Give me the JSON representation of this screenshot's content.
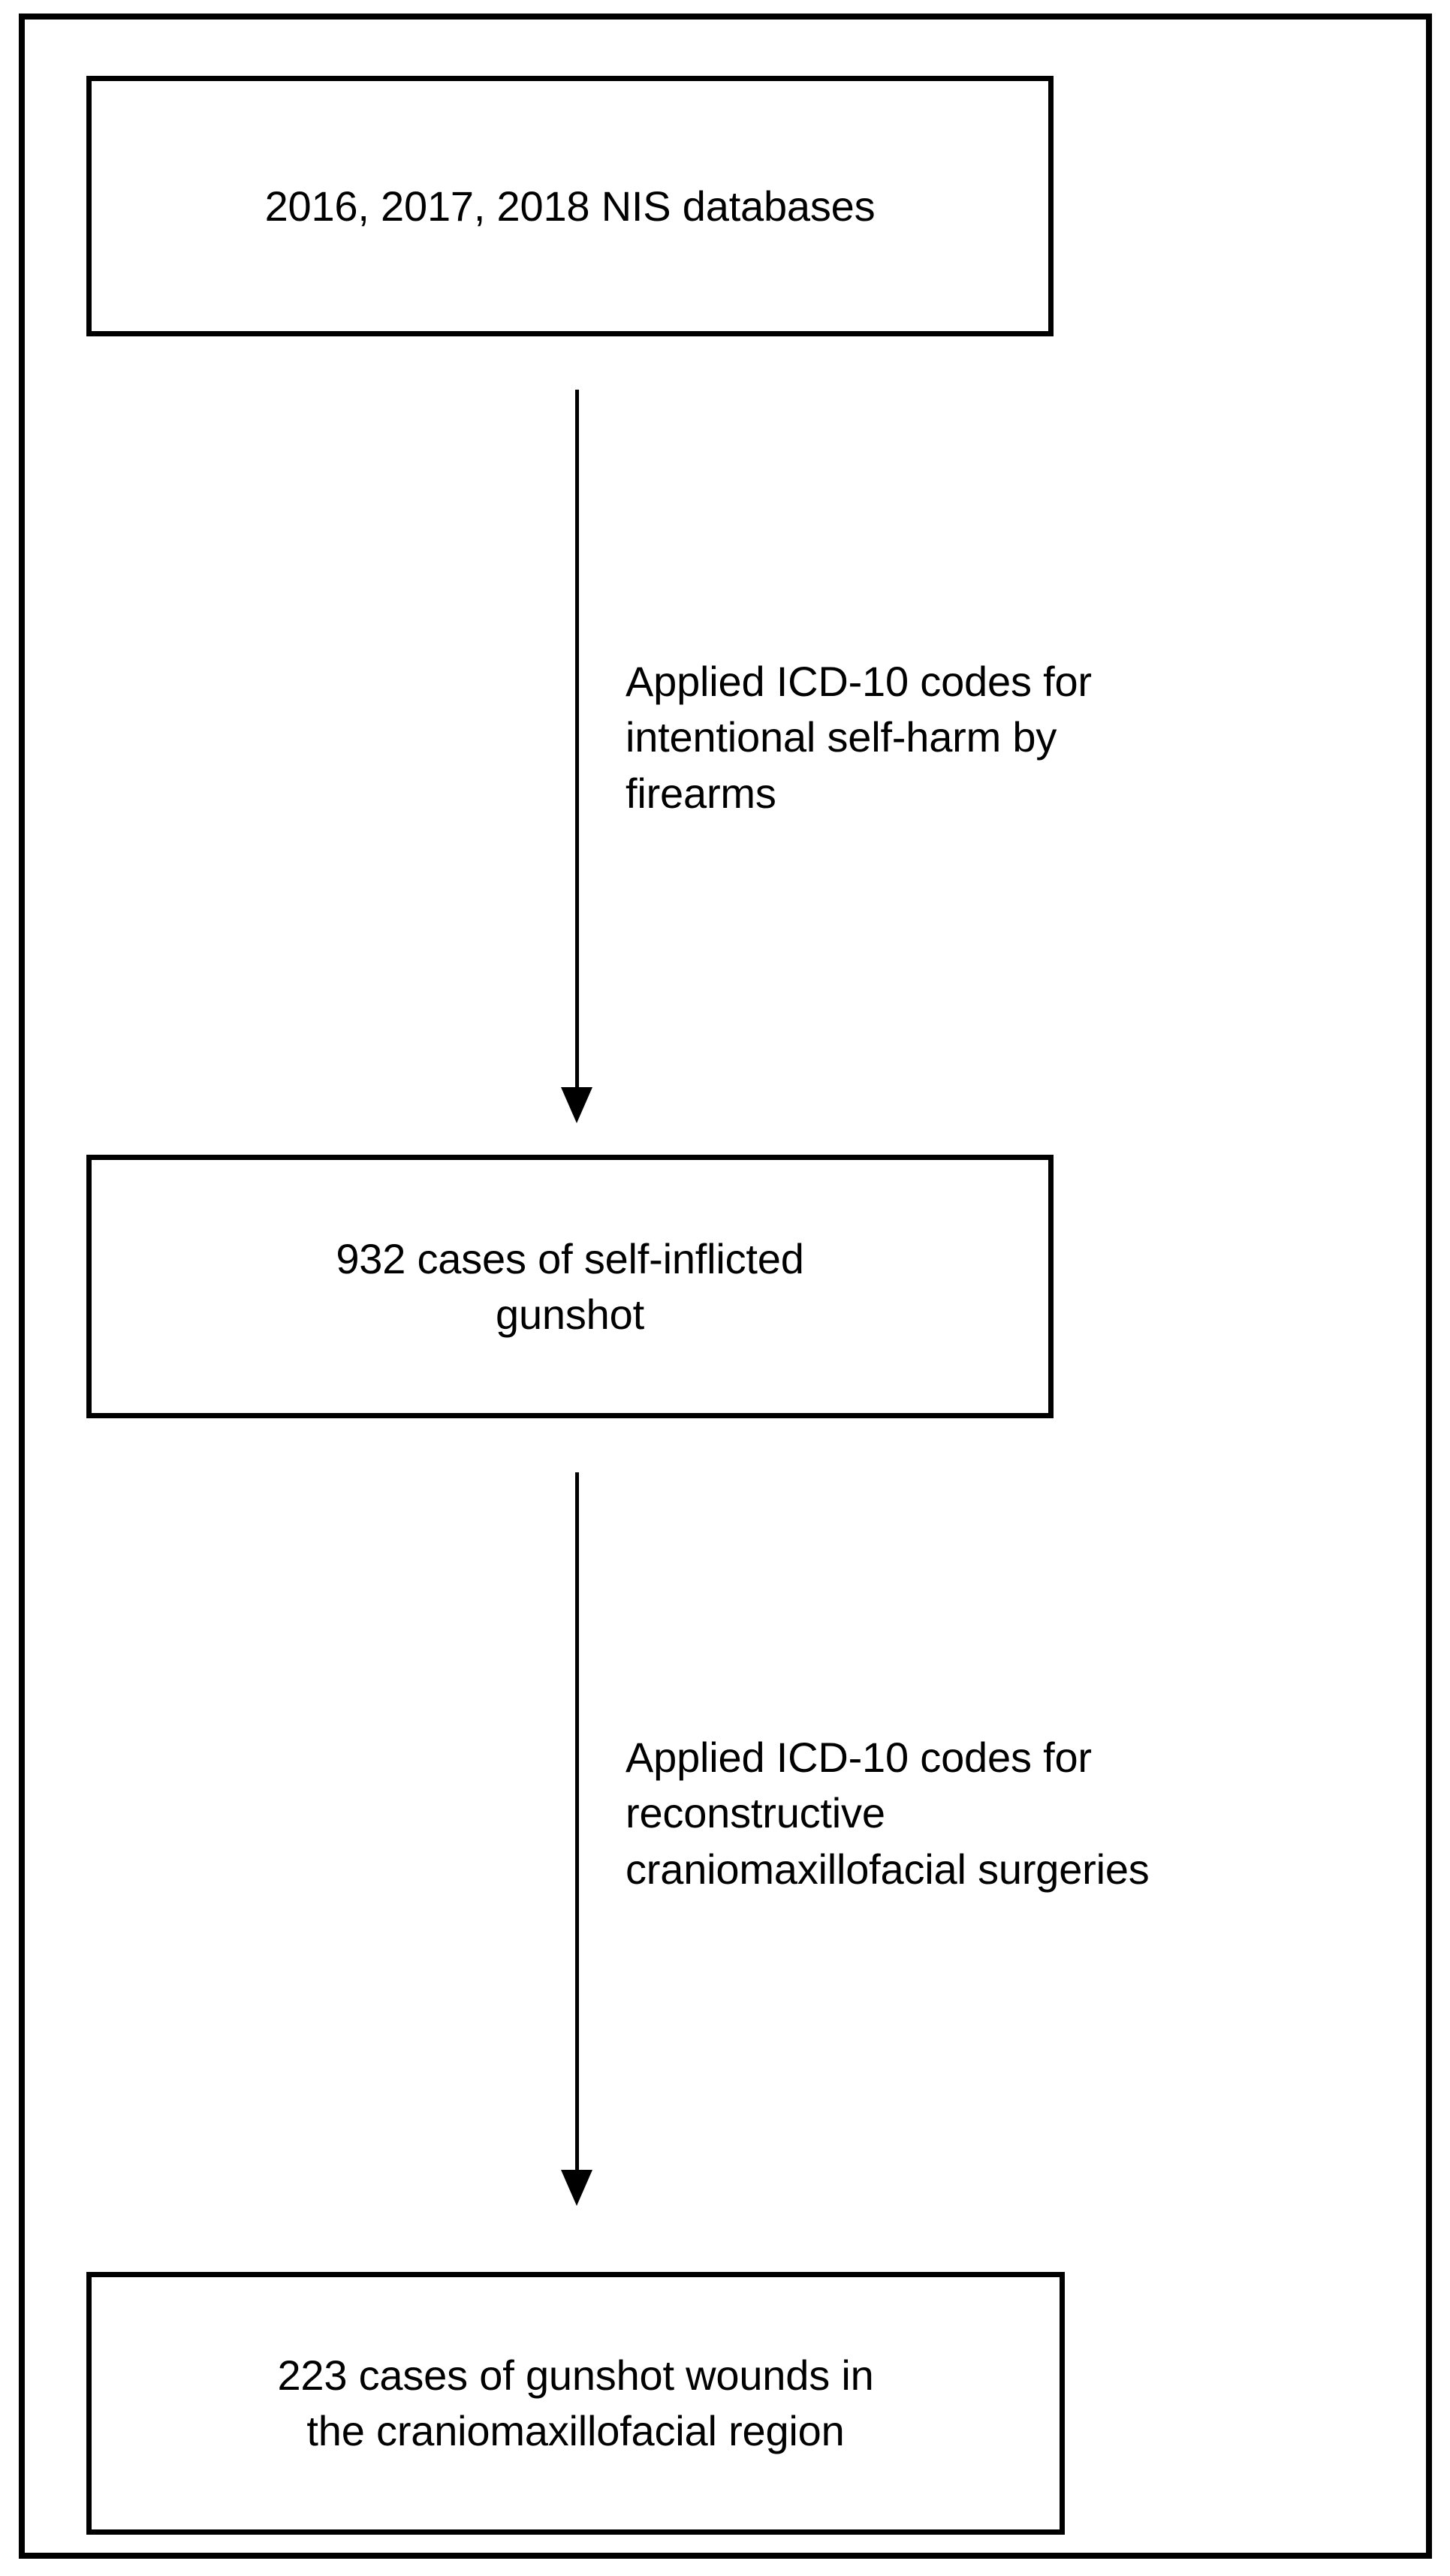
{
  "figure": {
    "type": "flowchart",
    "orientation": "vertical",
    "colors": {
      "background": "#ffffff",
      "border": "#000000",
      "text": "#000000",
      "arrow": "#000000"
    },
    "nodes": [
      {
        "id": "box-1",
        "role": "data-source",
        "text": "2016, 2017, 2018 NIS databases"
      },
      {
        "id": "box-2",
        "role": "cohort-after-filter-1",
        "count": 932,
        "text": "932 cases of self-inflicted\ngunshot"
      },
      {
        "id": "box-3",
        "role": "final-cohort",
        "count": 223,
        "text": "223 cases of gunshot wounds in\nthe craniomaxillofacial region"
      }
    ],
    "edges": [
      {
        "id": "arrow-1",
        "from": "box-1",
        "to": "box-2",
        "direction": "down",
        "label": "Applied ICD-10 codes for\nintentional self-harm by\nfirearms"
      },
      {
        "id": "arrow-2",
        "from": "box-2",
        "to": "box-3",
        "direction": "down",
        "label": "Applied ICD-10 codes for\nreconstructive\ncraniomaxillofacial surgeries"
      }
    ]
  }
}
